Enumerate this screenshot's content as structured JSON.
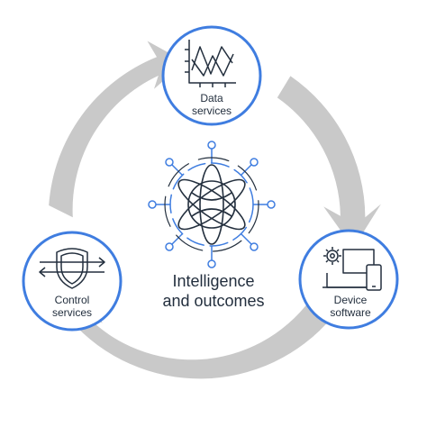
{
  "center": {
    "line1": "Intelligence",
    "line2": "and outcomes",
    "icon": "globe-network-icon"
  },
  "nodes": [
    {
      "id": "data",
      "line1": "Data",
      "line2": "services",
      "icon": "line-chart-icon"
    },
    {
      "id": "device",
      "line1": "Device",
      "line2": "software",
      "icon": "gear-devices-icon"
    },
    {
      "id": "control",
      "line1": "Control",
      "line2": "services",
      "icon": "shield-arrows-icon"
    }
  ],
  "colors": {
    "ring": "#c9c9c9",
    "node_border": "#3f7de0",
    "text": "#232f3e",
    "accent": "#3f7de0"
  }
}
